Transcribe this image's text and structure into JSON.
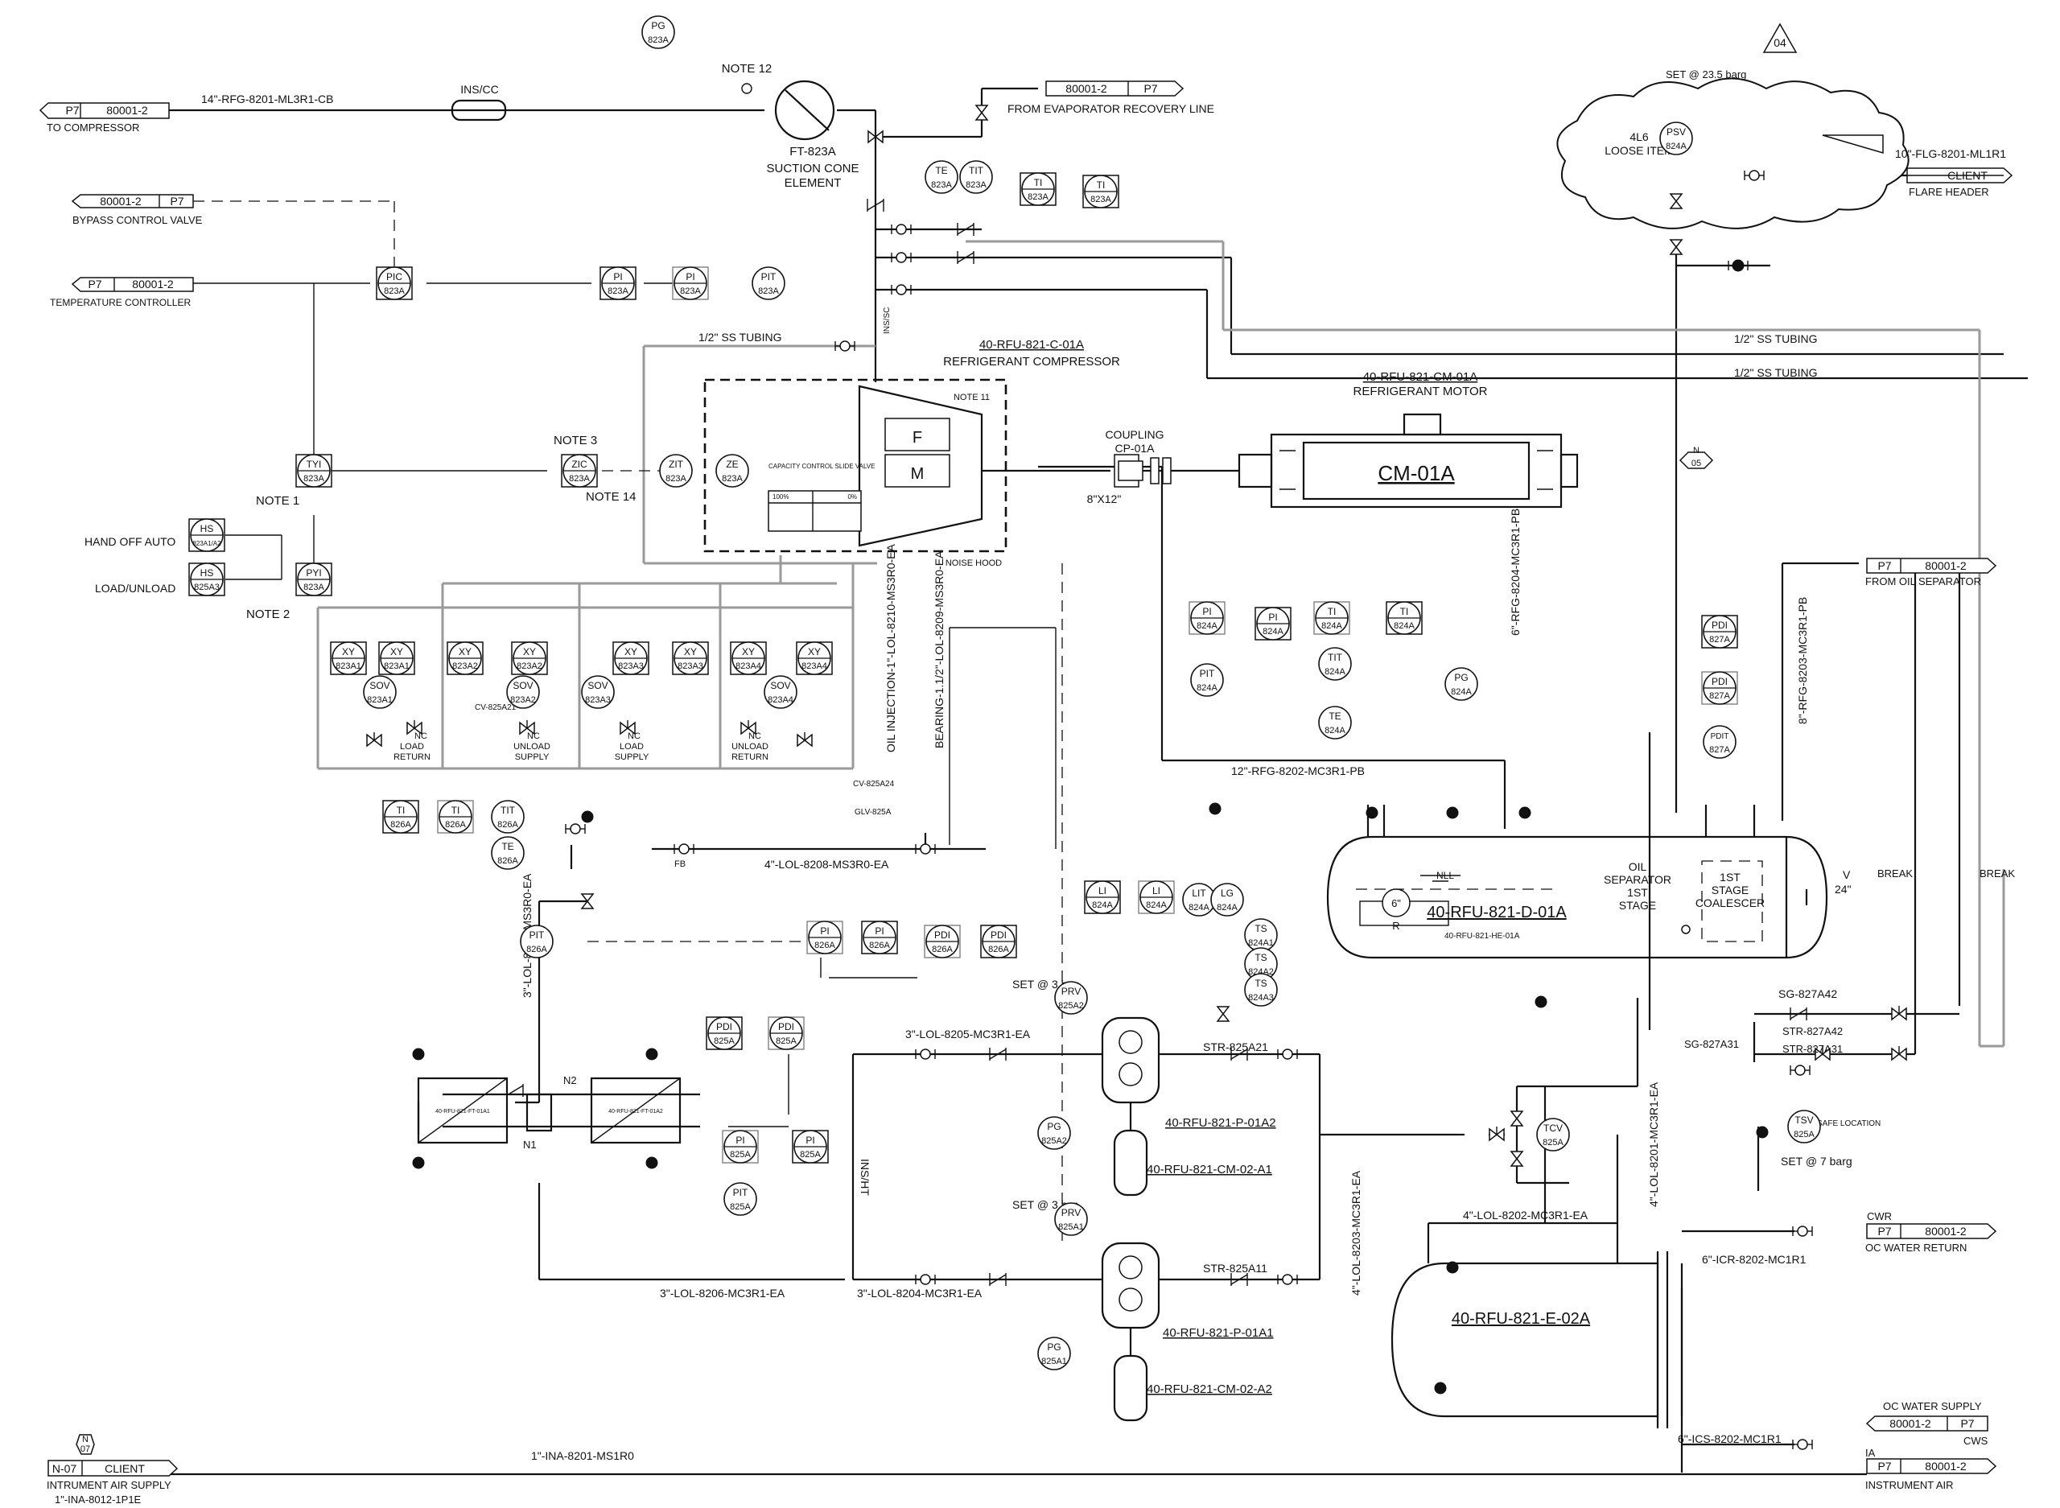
{
  "drawing": {
    "equipment": {
      "compressor": {
        "tag": "40-RFU-821-C-01A",
        "name": "REFRIGERANT COMPRESSOR",
        "note": "NOTE 11",
        "hood": "NOISE HOOD",
        "slide": "CAPACITY CONTROL SLIDE VALVE",
        "pct_full": "100%",
        "pct_zero": "0%",
        "f_letter": "F",
        "m_letter": "M"
      },
      "motor": {
        "tag": "40-RFU-821-CM-01A",
        "name": "REFRIGERANT MOTOR",
        "label": "CM-01A"
      },
      "coupling": {
        "name": "COUPLING",
        "tag": "CP-01A",
        "size": "8\"X12\""
      },
      "separator": {
        "tag": "40-RFU-821-D-01A",
        "heater": "40-RFU-821-HE-01A",
        "nll": "NLL",
        "oil1": "OIL",
        "oil2": "SEPARATOR",
        "oil3": "1ST",
        "oil4": "STAGE",
        "coal1": "1ST",
        "coal2": "STAGE",
        "coal3": "COALESCER",
        "v": "V",
        "v_size": "24\"",
        "r": "R",
        "r_size": "6\""
      },
      "cooler": {
        "tag": "40-RFU-821-E-02A"
      },
      "pump1": {
        "tag": "40-RFU-821-P-01A2",
        "motor": "40-RFU-821-CM-02-A1"
      },
      "pump2": {
        "tag": "40-RFU-821-P-01A1",
        "motor": "40-RFU-821-CM-02-A2"
      },
      "filter1": {
        "tag": "40-RFU-821-FT-01A1"
      },
      "filter2": {
        "tag": "40-RFU-821-FT-01A2"
      },
      "suction": {
        "tag": "FT-823A",
        "line1": "SUCTION CONE",
        "line2": "ELEMENT",
        "note": "NOTE 12"
      }
    },
    "offpage": {
      "to_compressor": {
        "sheet": "P7",
        "dwg": "80001-2",
        "desc": "TO COMPRESSOR"
      },
      "bypass": {
        "sheet": "P7",
        "dwg": "80001-2",
        "desc": "BYPASS CONTROL VALVE"
      },
      "temp_ctrl": {
        "sheet": "P7",
        "dwg": "80001-2",
        "desc": "TEMPERATURE CONTROLLER"
      },
      "evap": {
        "sheet": "P7",
        "dwg": "80001-2",
        "desc": "FROM EVAPORATOR RECOVERY LINE"
      },
      "flare": {
        "desc": "FLARE HEADER",
        "who": "CLIENT"
      },
      "oil_sep": {
        "sheet": "P7",
        "dwg": "80001-2",
        "desc": "FROM OIL SEPARATOR"
      },
      "cwr": {
        "sheet": "P7",
        "dwg": "80001-2",
        "svc": "CWR",
        "desc": "OC WATER RETURN"
      },
      "cws": {
        "sheet": "P7",
        "dwg": "80001-2",
        "svc": "CWS",
        "desc": "OC WATER SUPPLY"
      },
      "ia": {
        "sheet": "P7",
        "dwg": "80001-2",
        "svc": "IA",
        "desc": "INSTRUMENT AIR"
      },
      "ias": {
        "sheet": "N-07",
        "who": "CLIENT",
        "desc": "INTRUMENT AIR SUPPLY",
        "line": "1\"-INA-8012-1P1E",
        "tri": "07",
        "tri_n": "N"
      }
    },
    "lines": {
      "l1": "14\"-RFG-8201-ML3R1-CB",
      "l2": "10\"-FLG-8201-ML1R1",
      "l3": "6\"-RFG-8204-MC3R1-PB",
      "l4": "8\"-RFG-8203-MC3R1-PB",
      "l5": "12\"-RFG-8202-MC3R1-PB",
      "l6": "4\"-LOL-8208-MS3R0-EA",
      "l7": "3\"-LOL-8207-MS3R0-EA",
      "l8": "3\"-LOL-8205-MC3R1-EA",
      "l9": "3\"-LOL-8206-MC3R1-EA",
      "l10": "3\"-LOL-8204-MC3R1-EA",
      "l11": "4\"-LOL-8203-MC3R1-EA",
      "l12": "4\"-LOL-8202-MC3R1-EA",
      "l13": "4\"-LOL-8201-MC3R1-EA",
      "l14": "6\"-ICR-8202-MC1R1",
      "l15": "6\"-ICS-8202-MC1R1",
      "l16": "1\"-INA-8201-MS1R0",
      "l17": "OIL INJECTION-1\"-LOL-8210-MS3R0-EA",
      "l18": "BEARING-1.1/2\"-LOL-8209-MS3R0-EA",
      "tub1": "1/2\" SS TUBING",
      "tub2": "1/2\" SS TUBING",
      "tub3": "1/2\" SS TUBING"
    },
    "notes": {
      "n1": "NOTE 1",
      "n2": "NOTE 2",
      "n3": "NOTE 3",
      "n14": "NOTE 14",
      "hoa": "HAND OFF AUTO",
      "lu": "LOAD/UNLOAD",
      "loose1": "4L6",
      "loose2": "LOOSE ITEM",
      "psv_set": "SET @ 23.5 barg",
      "rev": "04",
      "prv2_set": "SET @ 3 bar",
      "prv1_set": "SET @ 3 bar",
      "tsv_set": "SET @ 7 barg",
      "safe": "SAFE LOCATION",
      "n05": "05",
      "n05n": "N",
      "break1": "BREAK",
      "break2": "BREAK",
      "inscc": "INS/CC",
      "inssc": "INS/SC",
      "inshta": "INS/HT"
    },
    "valves": {
      "nc_load_ret1": "LOAD",
      "nc_load_ret2": "RETURN",
      "nc_unload_sup1": "UNLOAD",
      "nc_unload_sup2": "SUPPLY",
      "nc_load_sup1": "LOAD",
      "nc_load_sup2": "SUPPLY",
      "nc_unload_ret1": "UNLOAD",
      "nc_unload_ret2": "RETURN",
      "nc": "NC",
      "str2": "STR-825A21",
      "str1": "STR-825A11",
      "sg1": "SG-827A42",
      "sg2": "SG-827A31",
      "str3": "STR-827A42",
      "str4": "STR-827A31",
      "cv825a21": "CV-825A21",
      "cv825a24": "CV-825A24",
      "glv": "GLV-825A",
      "fb": "FB"
    },
    "instruments": [
      {
        "id": "PG",
        "num": "823A"
      },
      {
        "id": "TE",
        "num": "823A"
      },
      {
        "id": "TIT",
        "num": "823A"
      },
      {
        "id": "TI",
        "num": "823A"
      },
      {
        "id": "TI",
        "num": "823A"
      },
      {
        "id": "PIC",
        "num": "823A"
      },
      {
        "id": "PI",
        "num": "823A"
      },
      {
        "id": "PI",
        "num": "823A"
      },
      {
        "id": "PIT",
        "num": "823A"
      },
      {
        "id": "TYI",
        "num": "823A"
      },
      {
        "id": "ZIC",
        "num": "823A"
      },
      {
        "id": "ZIT",
        "num": "823A"
      },
      {
        "id": "ZE",
        "num": "823A"
      },
      {
        "id": "HS",
        "num": "823A1/A2"
      },
      {
        "id": "HS",
        "num": "825A3"
      },
      {
        "id": "PYI",
        "num": "823A"
      },
      {
        "id": "XY",
        "num": "823A1"
      },
      {
        "id": "XY",
        "num": "823A1"
      },
      {
        "id": "XY",
        "num": "823A2"
      },
      {
        "id": "XY",
        "num": "823A2"
      },
      {
        "id": "XY",
        "num": "823A3"
      },
      {
        "id": "XY",
        "num": "823A3"
      },
      {
        "id": "XY",
        "num": "823A4"
      },
      {
        "id": "XY",
        "num": "823A4"
      },
      {
        "id": "SOV",
        "num": "823A1"
      },
      {
        "id": "SOV",
        "num": "823A2"
      },
      {
        "id": "SOV",
        "num": "823A3"
      },
      {
        "id": "SOV",
        "num": "823A4"
      },
      {
        "id": "TI",
        "num": "826A"
      },
      {
        "id": "TI",
        "num": "826A"
      },
      {
        "id": "TIT",
        "num": "826A"
      },
      {
        "id": "TE",
        "num": "826A"
      },
      {
        "id": "PIT",
        "num": "826A"
      },
      {
        "id": "PI",
        "num": "826A"
      },
      {
        "id": "PI",
        "num": "826A"
      },
      {
        "id": "PDI",
        "num": "826A"
      },
      {
        "id": "PDI",
        "num": "826A"
      },
      {
        "id": "PDI",
        "num": "825A"
      },
      {
        "id": "PDI",
        "num": "825A"
      },
      {
        "id": "PI",
        "num": "825A"
      },
      {
        "id": "PI",
        "num": "825A"
      },
      {
        "id": "PIT",
        "num": "825A"
      },
      {
        "id": "PRV",
        "num": "825A2"
      },
      {
        "id": "PRV",
        "num": "825A1"
      },
      {
        "id": "PG",
        "num": "825A2"
      },
      {
        "id": "PG",
        "num": "825A1"
      },
      {
        "id": "PI",
        "num": "824A"
      },
      {
        "id": "PI",
        "num": "824A"
      },
      {
        "id": "TI",
        "num": "824A"
      },
      {
        "id": "TI",
        "num": "824A"
      },
      {
        "id": "PIT",
        "num": "824A"
      },
      {
        "id": "TIT",
        "num": "824A"
      },
      {
        "id": "TE",
        "num": "824A"
      },
      {
        "id": "PG",
        "num": "824A"
      },
      {
        "id": "LI",
        "num": "824A"
      },
      {
        "id": "LI",
        "num": "824A"
      },
      {
        "id": "LIT",
        "num": "824A"
      },
      {
        "id": "LG",
        "num": "824A"
      },
      {
        "id": "TS",
        "num": "824A1"
      },
      {
        "id": "TS",
        "num": "824A2"
      },
      {
        "id": "TS",
        "num": "824A3"
      },
      {
        "id": "PDI",
        "num": "827A"
      },
      {
        "id": "PDI",
        "num": "827A"
      },
      {
        "id": "PDIT",
        "num": "827A"
      },
      {
        "id": "PSV",
        "num": "824A"
      },
      {
        "id": "TCV",
        "num": "825A"
      },
      {
        "id": "TSV",
        "num": "825A"
      }
    ]
  }
}
